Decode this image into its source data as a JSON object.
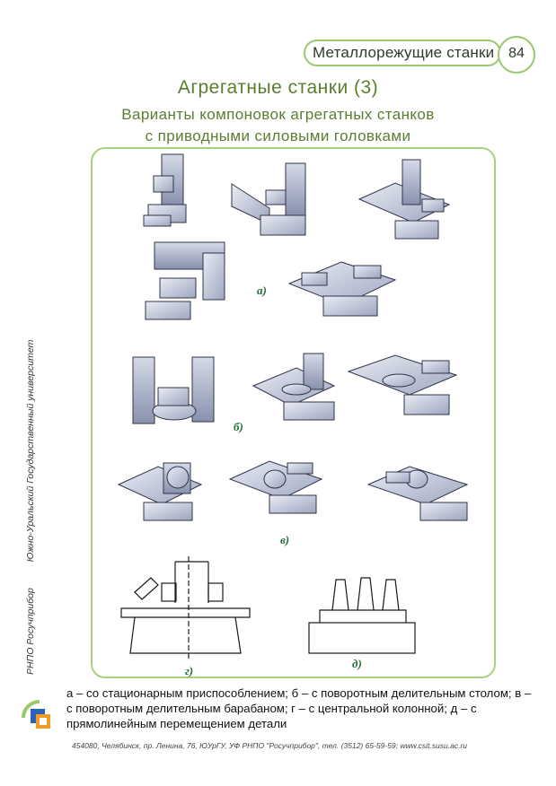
{
  "header": {
    "section_title": "Металлорежущие станки",
    "page_number": "84"
  },
  "title": {
    "main": "Агрегатные станки (3)",
    "subtitle_line1": "Варианты компоновок агрегатных станков",
    "subtitle_line2": "с приводными силовыми головками"
  },
  "figure_labels": {
    "a": "а)",
    "b": "б)",
    "v": "в)",
    "g": "г)",
    "d": "д)"
  },
  "side": {
    "publisher": "РНПО Росучприбор",
    "university": "Южно-Уральский Государственный университет"
  },
  "caption": "а – со стационарным приспособлением; б – с поворотным делительным столом; в – с поворотным делительным барабаном; г – с центральной колонной; д – с прямолинейным перемещением детали",
  "footer": "454080, Челябинск, пр. Ленина, 76, ЮУрГУ, УФ РНПО \"Росучприбор\", тел. (3512) 65-59-59; www.csit.susu.ac.ru",
  "colors": {
    "accent_green": "#9cc76a",
    "title_green": "#5c7d2e",
    "label_green": "#1f6e3a"
  }
}
